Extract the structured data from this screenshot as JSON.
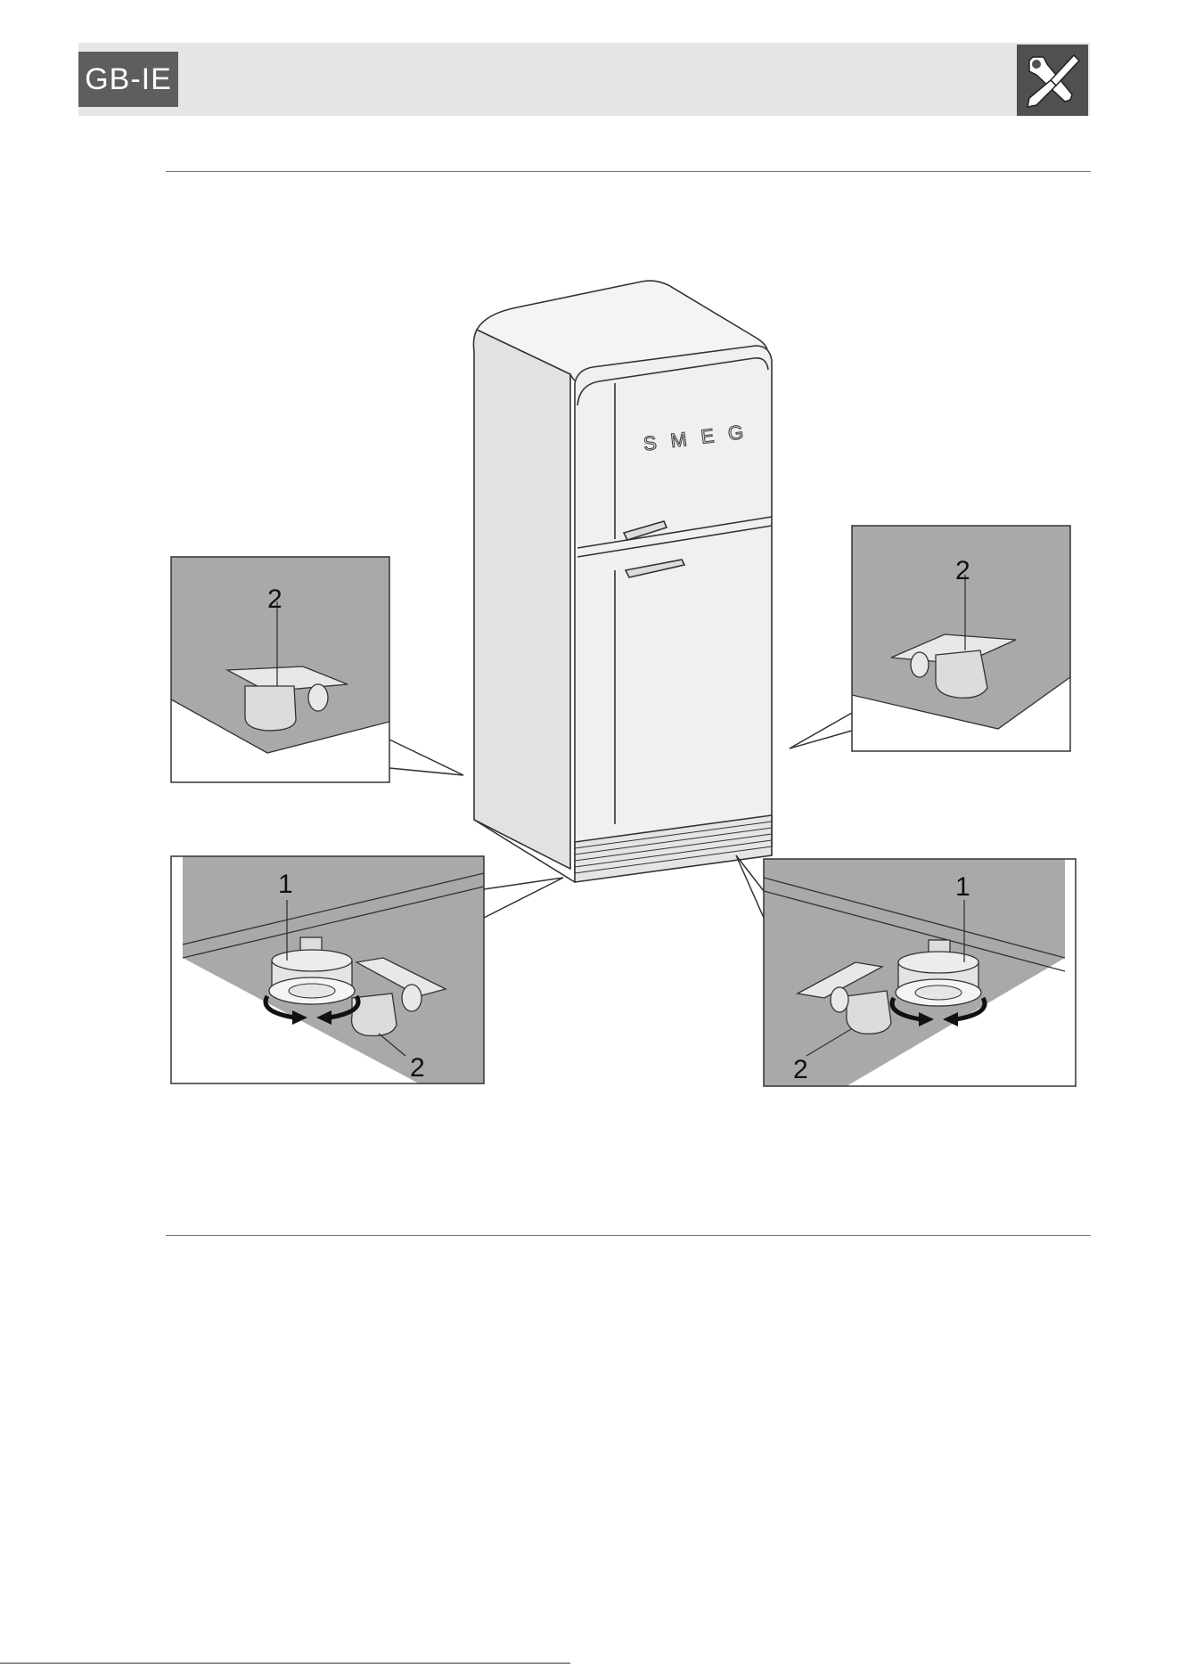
{
  "header": {
    "language_badge": "GB-IE",
    "section_icon": "tools-icon"
  },
  "figure": {
    "product_logo": "SMEG",
    "callouts": {
      "top_left": "2",
      "top_right": "2",
      "bottom_left_knob": "1",
      "bottom_left_wheel": "2",
      "bottom_right_knob": "1",
      "bottom_right_wheel": "2"
    }
  },
  "colors": {
    "header_band": "#e6e6e6",
    "badge": "#5e5e5e",
    "icon_box": "#505050",
    "floor_grey": "#a9a9a9"
  }
}
